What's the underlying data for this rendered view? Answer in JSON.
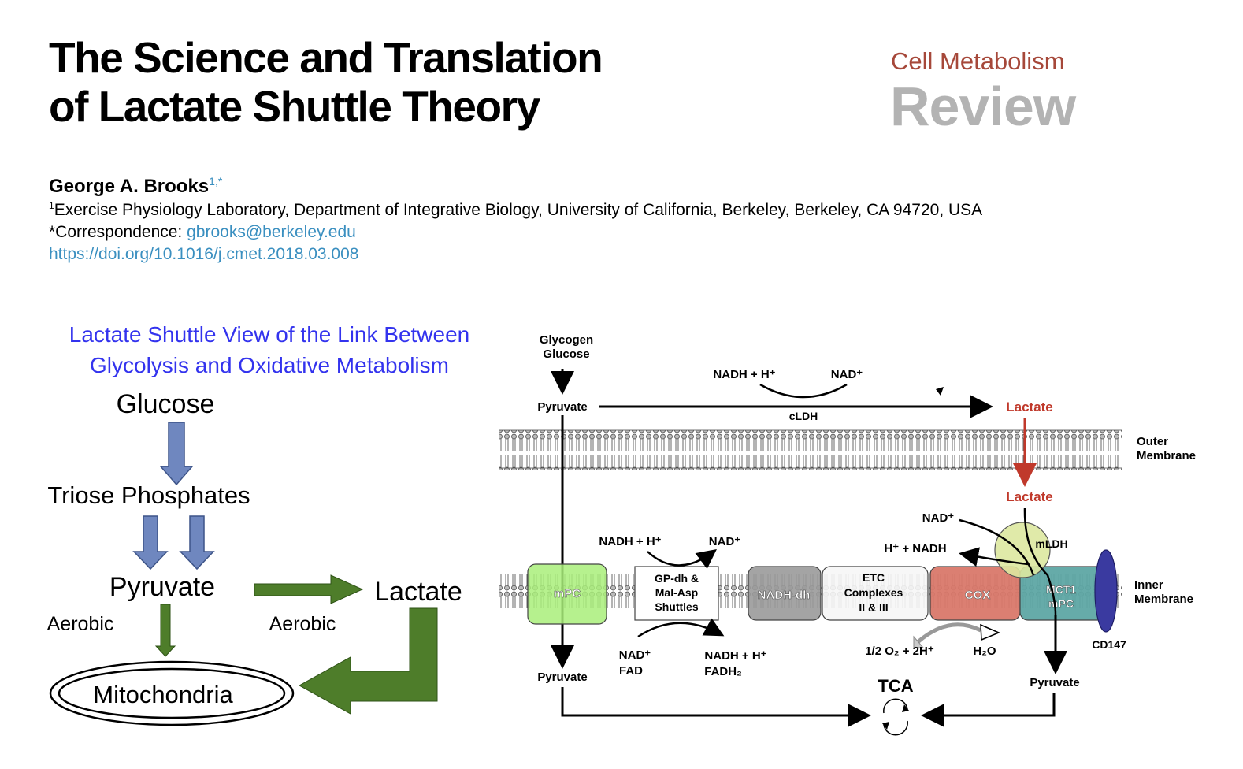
{
  "header": {
    "title_line1": "The Science and Translation",
    "title_line2": "of Lactate Shuttle Theory",
    "journal": "Cell Metabolism",
    "section": "Review",
    "author": "George A. Brooks",
    "author_marks": "1,*",
    "affiliation_mark": "1",
    "affiliation": "Exercise Physiology Laboratory, Department of Integrative Biology, University of California, Berkeley, Berkeley, CA 94720, USA",
    "correspondence_label": "*Correspondence: ",
    "email": "gbrooks@berkeley.edu",
    "doi": "https://doi.org/10.1016/j.cmet.2018.03.008"
  },
  "left_figure": {
    "title_line1": "Lactate Shuttle View of the Link Between",
    "title_line2": "Glycolysis and Oxidative Metabolism",
    "glucose": "Glucose",
    "triose": "Triose Phosphates",
    "pyruvate": "Pyruvate",
    "lactate": "Lactate",
    "aerobic_left": "Aerobic",
    "aerobic_right": "Aerobic",
    "mitochondria": "Mitochondria",
    "colors": {
      "title": "#3333ee",
      "blue_arrow": "#6f87bf",
      "green_arrow": "#4e7d2a"
    }
  },
  "right_figure": {
    "glycogen": "Glycogen",
    "glucose": "Glucose",
    "pyruvate_top": "Pyruvate",
    "nadh_h_top": "NADH + H⁺",
    "nad_top": "NAD⁺",
    "cldh": "cLDH",
    "lactate_top": "Lactate",
    "outer_membrane_1": "Outer",
    "outer_membrane_2": "Membrane",
    "lactate_mid": "Lactate",
    "nad_mid": "NAD⁺",
    "h_nadh": "H⁺ + NADH",
    "mldh": "mLDH",
    "nadh_h_left": "NADH + H⁺",
    "nad_left": "NAD⁺",
    "mpc": "mPC",
    "gpdh_1": "GP-dh &",
    "gpdh_2": "Mal-Asp",
    "gpdh_3": "Shuttles",
    "nadhdh": "NADH-dh",
    "etc_1": "ETC",
    "etc_2": "Complexes",
    "etc_3": "II & III",
    "cox": "COX",
    "mct1": "MCT1",
    "mpc2": "mPC",
    "inner_membrane_1": "Inner",
    "inner_membrane_2": "Membrane",
    "cd147": "CD147",
    "nad_bottom": "NAD⁺",
    "fad": "FAD",
    "nadh_h_bottom": "NADH + H⁺",
    "fadh2": "FADH₂",
    "o2": "1/2 O₂ + 2H⁺",
    "h2o": "H₂O",
    "pyruvate_bottom_left": "Pyruvate",
    "tca": "TCA",
    "pyruvate_bottom_right": "Pyruvate",
    "colors": {
      "lactate": "#c0392b",
      "mpc": "#a9ee7a",
      "nadhdh": "#9a9a9a",
      "cox": "#d9786a",
      "mct1": "#5ea6a4",
      "mldh": "#dde8a0",
      "cd147": "#3a3aa0"
    }
  }
}
